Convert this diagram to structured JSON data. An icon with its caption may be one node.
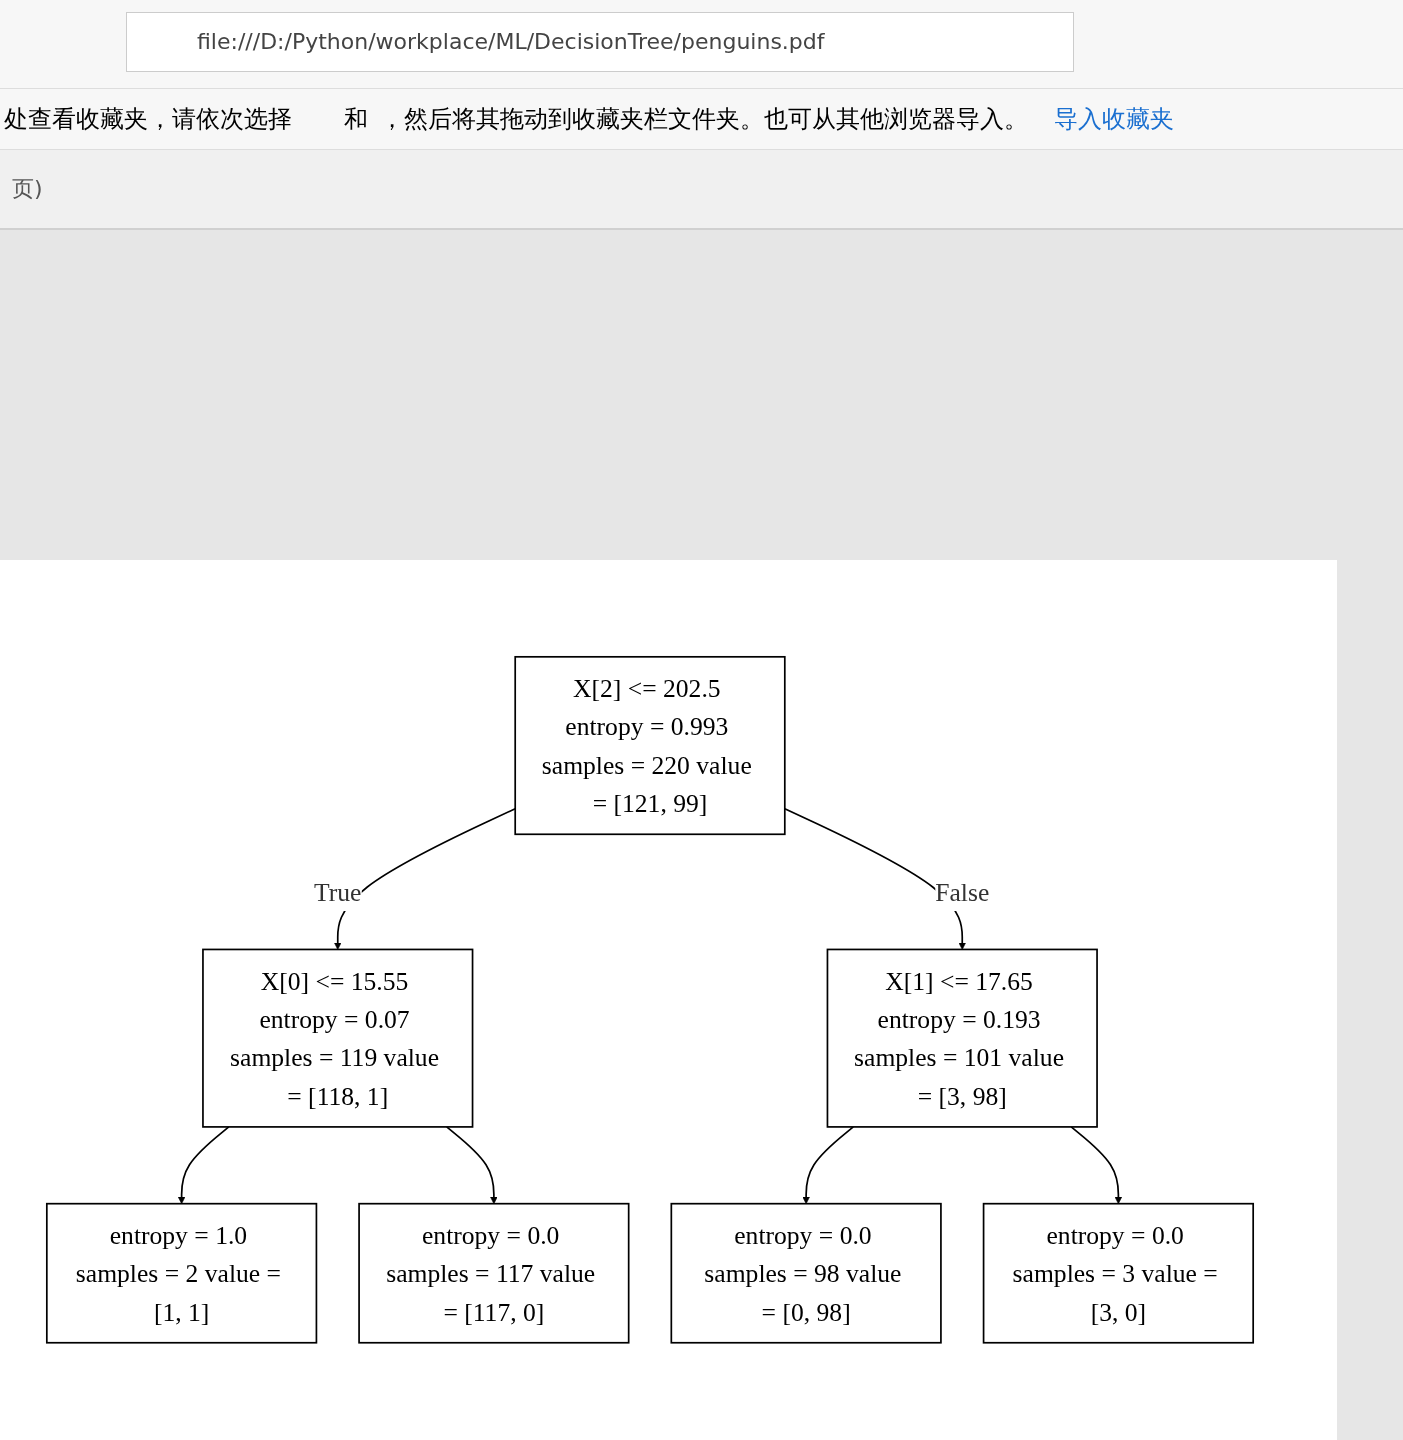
{
  "diagram": {
    "nodes": [
      {
        "text": [
          "X[2] <= 202.5 entropy = 0.993 samples = 220 value = [121, 99]"
        ]
      },
      {
        "text": [
          "X[0] <= 15.55 entropy = 0.07 samples = 119 value = [118, 1]"
        ]
      },
      {
        "text": [
          "X[1] <= 17.65 entropy = 0.193 samples = 101 value = [3, 98]"
        ]
      },
      {
        "text": [
          "entropy = 1.0 samples = 2 value = [1, 1]"
        ]
      },
      {
        "text": [
          "entropy = 0.0 samples = 117 value = [117, 0]"
        ]
      },
      {
        "text": [
          "entropy = 0.0 samples = 98 value = [0, 98]"
        ]
      },
      {
        "text": [
          "entropy = 0.0 samples = 3 value = [3, 0]"
        ]
      }
    ],
    "edges": [
      {
        "from": 0,
        "to": 1,
        "arrow": "to",
        "label": "True"
      },
      {
        "from": 0,
        "to": 2,
        "arrow": "to",
        "label": "False"
      },
      {
        "from": 1,
        "to": 3,
        "arrow": "to"
      },
      {
        "from": 1,
        "to": 4,
        "arrow": "to"
      },
      {
        "from": 2,
        "to": 5,
        "arrow": "to"
      },
      {
        "from": 2,
        "to": 6,
        "arrow": "to"
      }
    ],
    "labels": [
      "file:///D:/Python/workplace/ML/DecisionTree/penguins.pdf",
      "处查看收藏夹，请依次选择",
      "和",
      "，然后将其拖动到收藏夹栏文件夹。也可从其他浏览器导入。",
      "导入收藏夹",
      "页)"
    ]
  }
}
